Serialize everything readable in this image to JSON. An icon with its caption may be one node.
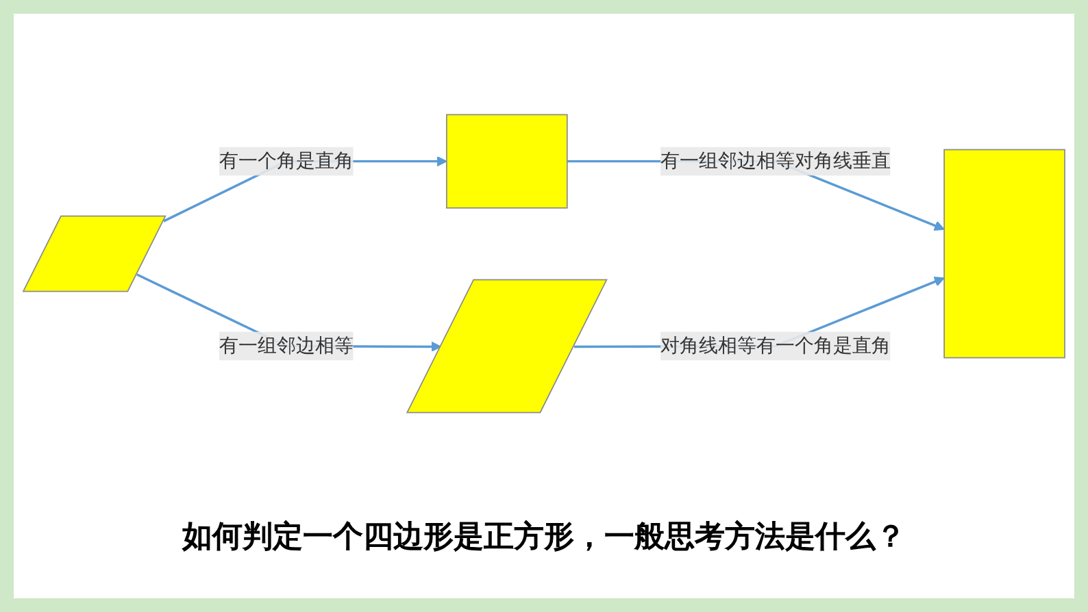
{
  "diagram": {
    "caption": "如何判定一个四边形是正方形，一般思考方法是什么？",
    "nodes": [
      {
        "text": [],
        "shape": "parallelogram"
      },
      {
        "text": [],
        "shape": "box"
      },
      {
        "text": [],
        "shape": "parallelogram"
      },
      {
        "text": [],
        "shape": "box"
      }
    ],
    "edges": [
      {
        "from": 0,
        "to": 1,
        "arrow": "to",
        "label": "有一个角是直角"
      },
      {
        "from": 0,
        "to": 2,
        "arrow": "to",
        "label": "有一组邻边相等"
      },
      {
        "from": 1,
        "to": 3,
        "arrow": "to",
        "label": "有一组邻边相等对角线垂直"
      },
      {
        "from": 2,
        "to": 3,
        "arrow": "to",
        "label": "对角线相等有一个角是直角"
      }
    ]
  }
}
